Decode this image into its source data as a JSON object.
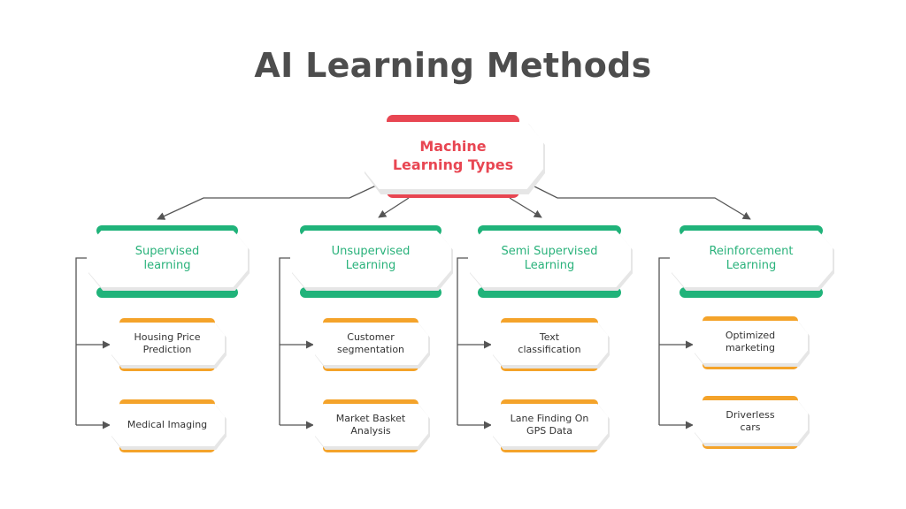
{
  "title": "AI Learning Methods",
  "colors": {
    "root_accent": "#e84652",
    "category_accent": "#20b37a",
    "leaf_accent": "#f4a32a",
    "connector": "#555555",
    "title_text": "#4d4d4d"
  },
  "root": {
    "label": "Machine\nLearning  Types"
  },
  "categories": [
    {
      "label": "Supervised\nlearning",
      "children": [
        "Housing Price\nPrediction",
        "Medical Imaging"
      ]
    },
    {
      "label": "Unsupervised\nLearning",
      "children": [
        "Customer\nsegmentation",
        "Market Basket\nAnalysis"
      ]
    },
    {
      "label": "Semi Supervised\nLearning",
      "children": [
        "Text\nclassification",
        "Lane Finding On\nGPS Data"
      ]
    },
    {
      "label": "Reinforcement\nLearning",
      "children": [
        "Optimized\nmarketing",
        "Driverless\ncars"
      ]
    }
  ]
}
